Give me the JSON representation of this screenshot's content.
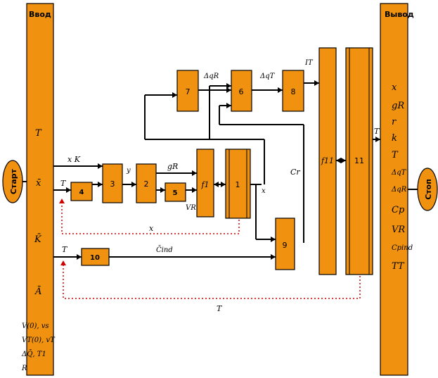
{
  "input": {
    "header": "Ввод",
    "vars": [
      "T",
      "x̄",
      "K̄",
      "Ā"
    ],
    "params": [
      "V(0), vs",
      "VT(0), vT",
      "ΔQ̄, T1",
      "R"
    ]
  },
  "output": {
    "header": "Вывод",
    "vars": [
      "x",
      "gR",
      "r",
      "k",
      "T",
      "ΔqT",
      "ΔqR",
      "Cp",
      "VR",
      "Cpind",
      "TT"
    ]
  },
  "start_label": "Старт",
  "stop_label": "Стоп",
  "blocks": {
    "b1": "1",
    "b2": "2",
    "b3": "3",
    "b4": "4",
    "b5": "5",
    "b6": "6",
    "b7": "7",
    "b8": "8",
    "b9": "9",
    "b10": "10",
    "f1": "f1",
    "f11": "f11",
    "b11": "11"
  },
  "edge_labels": {
    "xK": "x K",
    "T_to4": "T",
    "y": "y",
    "gR": "gR",
    "VR": "VR",
    "dqR": "ΔqR",
    "dqT": "ΔqT",
    "IT": "IT",
    "x_out1": "x",
    "Cr": "Cr",
    "x_feedback": "x",
    "T_to10": "T",
    "Cind": "C̄ind",
    "T_to_out": "T",
    "T_bottom": "T"
  }
}
